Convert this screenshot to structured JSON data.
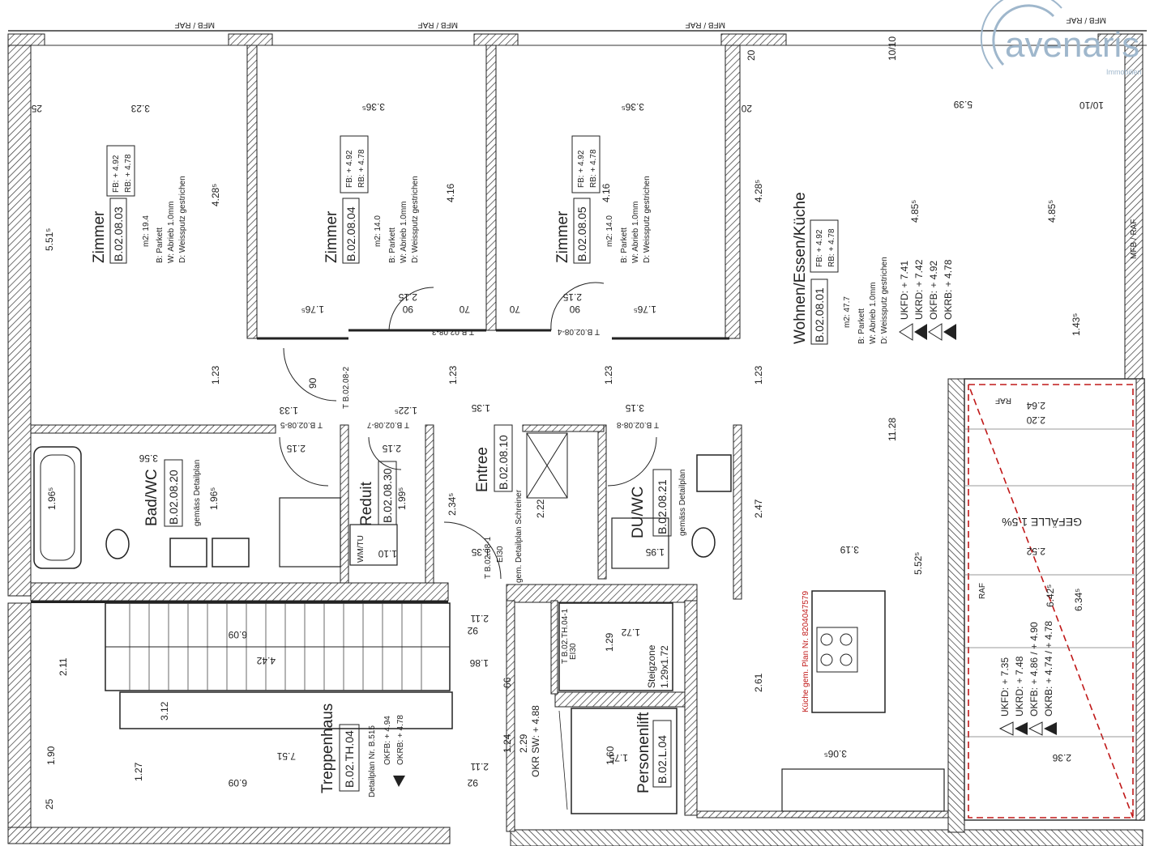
{
  "logo": {
    "text": "avenaris",
    "subtext": "Immobilien",
    "color": "#9fb7cc"
  },
  "colors": {
    "wall": "#222222",
    "hatch": "#555555",
    "line": "#333333",
    "red_dash": "#c01818"
  },
  "rooms": {
    "zimmer1": {
      "name": "Zimmer",
      "id": "B.02.08.03",
      "fb": "FB: + 4.92",
      "rb": "RB: + 4.78",
      "area": "m2: 19.4",
      "b": "B:  Parkett",
      "w": "W:  Abrieb 1.0mm",
      "d": "D:  Weissputz gestrichen"
    },
    "zimmer2": {
      "name": "Zimmer",
      "id": "B.02.08.04",
      "fb": "FB: + 4.92",
      "rb": "RB: + 4.78",
      "area": "m2: 14.0",
      "b": "B:  Parkett",
      "w": "W:  Abrieb 1.0mm",
      "d": "D:  Weissputz gestrichen"
    },
    "zimmer3": {
      "name": "Zimmer",
      "id": "B.02.08.05",
      "fb": "FB: + 4.92",
      "rb": "RB: + 4.78",
      "area": "m2: 14.0",
      "b": "B:  Parkett",
      "w": "W:  Abrieb 1.0mm",
      "d": "D:  Weissputz gestrichen"
    },
    "wohnen": {
      "name": "Wohnen/Essen/Küche",
      "id": "B.02.08.01",
      "fb": "FB: + 4.92",
      "rb": "RB: + 4.78",
      "area": "m2: 47.7",
      "b": "B:  Parkett",
      "w": "W:  Abrieb 1.0mm",
      "d": "D:  Weissputz gestrichen"
    },
    "bad": {
      "name": "Bad/WC",
      "id": "B.02.08.20",
      "note": "gemäss Detailplan"
    },
    "reduit": {
      "name": "Reduit",
      "id": "B.02.08.30",
      "note": "WM/TU"
    },
    "entree": {
      "name": "Entree",
      "id": "B.02.08.10",
      "note": "gem. Detailplan Schreiner"
    },
    "duwc": {
      "name": "DU/WC",
      "id": "B.02.08.21",
      "note": "gemäss Detailplan"
    },
    "treppenhaus": {
      "name": "Treppenhaus",
      "id": "B.02.TH.04",
      "note": "Detailplan Nr. B.515",
      "okfb": "OKFB: + 4.94",
      "okrb": "OKRB: + 4.78"
    },
    "lift": {
      "name": "Personenlift",
      "id": "B.02.L.04",
      "dims": "1.60",
      "dim2": "1.75"
    },
    "steigzone": {
      "name": "Steigzone",
      "dims": "1.29x1.72"
    }
  },
  "levels_main": {
    "ukfd": "UKFD: + 7.41",
    "ukrd": "UKRD: + 7.42",
    "okfb": "OKFB: + 4.92",
    "okrb": "OKRB: + 4.78"
  },
  "levels_balcony": {
    "ukfd": "UKFD: + 7.35",
    "ukrd": "UKRD: + 7.48",
    "okfb": "OKFB: + 4.86 / + 4.90",
    "okrb": "OKRB: + 4.74 / + 4.78"
  },
  "balcony": {
    "gefaelle": "GEFÄLLE 1.5%",
    "raf": "RAF"
  },
  "kitchen_note": "Küche gem. Plan Nr. 8204047579",
  "header_tags": [
    "MFB / RAF",
    "MFB / RAF",
    "MFB / RAF",
    "MFB / RAF"
  ],
  "side_tag": "MFB / RAF",
  "dimensions": {
    "d_551": "5.51⁵",
    "d_428a": "4.28⁵",
    "d_416a": "4.16",
    "d_416b": "4.16",
    "d_428b": "4.28⁵",
    "d_485": "4.85⁵",
    "d_4852": "4.85⁵",
    "d_323": "3.23",
    "d_336a": "3.36⁵",
    "d_336b": "3.36⁵",
    "d_539": "5.39",
    "d_1010a": "10/10",
    "d_1010b": "10/10",
    "d_176a": "1.76⁵",
    "d_176b": "1.76⁵",
    "d_123a": "1.23",
    "d_123b": "1.23",
    "d_123c": "1.23",
    "d_123d": "1.23",
    "d_1128": "11.28",
    "d_247": "2.47",
    "d_319": "3.19",
    "d_552": "5.52⁵",
    "d_261": "2.61",
    "d_306": "3.06⁵",
    "d_135a": "1.35",
    "d_135b": "1.35",
    "d_315": "3.15",
    "d_133": "1.33",
    "d_122": "1.22⁵",
    "d_356": "3.56",
    "d_196a": "1.96⁵",
    "d_196b": "1.96⁵",
    "d_199": "1.99⁵",
    "d_234": "2.34⁵",
    "d_222": "2.22",
    "d_195": "1.95",
    "d_110": "1.10",
    "d_609a": "6.09",
    "d_609b": "6.09",
    "d_442": "4.42",
    "d_751": "7.51",
    "d_312": "3.12",
    "d_190": "1.90",
    "d_127": "1.27",
    "d_211a": "2.11",
    "d_211b": "2.11",
    "d_211c": "2.11",
    "d_186": "1.86",
    "d_172": "1.72",
    "d_129": "1.29",
    "d_264": "2.64",
    "d_220": "2.20",
    "d_252": "2.52",
    "d_642": "6.42⁵",
    "d_634": "6.34⁵",
    "d_143": "1.43⁵",
    "d_236": "2.36",
    "d_215a": "2.15",
    "d_215b": "2.15",
    "d_215c": "2.15",
    "d_215d": "2.15",
    "d_90a": "90",
    "d_90b": "90",
    "d_90c": "90",
    "d_70a": "70",
    "d_70b": "70",
    "d_20a": "20",
    "d_20b": "20",
    "d_25a": "25",
    "d_25b": "25",
    "d_229": "2.29",
    "d_124": "1.24",
    "d_66": "66",
    "d_92a": "92",
    "d_92b": "92",
    "d_okr": "OKR SW: + 4.88"
  },
  "door_tags": [
    "T B.02.08-3",
    "T B.02.08-4",
    "T B.02.08-2",
    "T B.02.08-5",
    "T B.02.08-7",
    "T B.02.08-8",
    "T B.02.08-1",
    "T B.02.TH.04-1"
  ],
  "ei30": [
    "EI30",
    "EI30"
  ]
}
